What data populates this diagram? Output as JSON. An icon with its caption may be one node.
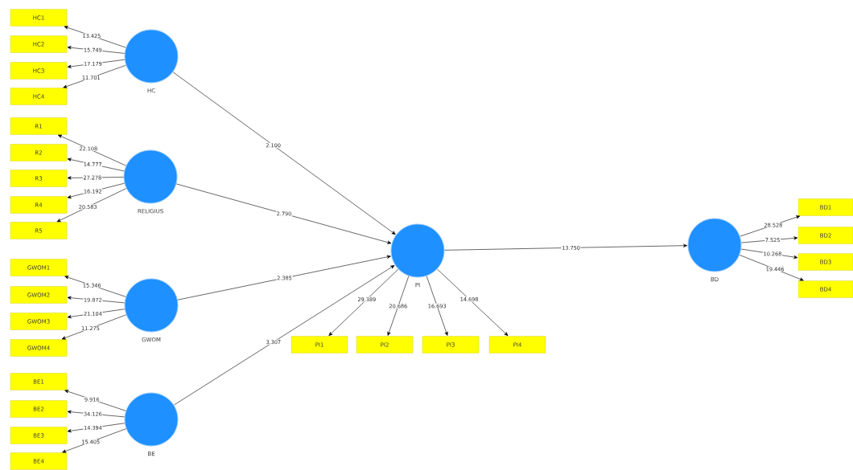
{
  "diagram": {
    "nodes": [
      {
        "text": [
          "HC"
        ]
      },
      {
        "text": [
          "HC1"
        ]
      },
      {
        "text": [
          "HC2"
        ]
      },
      {
        "text": [
          "HC3"
        ]
      },
      {
        "text": [
          "HC4"
        ]
      },
      {
        "text": [
          "RELIGIUS"
        ]
      },
      {
        "text": [
          "R1"
        ]
      },
      {
        "text": [
          "R2"
        ]
      },
      {
        "text": [
          "R3"
        ]
      },
      {
        "text": [
          "R4"
        ]
      },
      {
        "text": [
          "R5"
        ]
      },
      {
        "text": [
          "GWOM"
        ]
      },
      {
        "text": [
          "GWOM1"
        ]
      },
      {
        "text": [
          "GWOM2"
        ]
      },
      {
        "text": [
          "GWOM3"
        ]
      },
      {
        "text": [
          "GWOM4"
        ]
      },
      {
        "text": [
          "BE"
        ]
      },
      {
        "text": [
          "BE1"
        ]
      },
      {
        "text": [
          "BE2"
        ]
      },
      {
        "text": [
          "BE3"
        ]
      },
      {
        "text": [
          "BE4"
        ]
      },
      {
        "text": [
          "PI"
        ]
      },
      {
        "text": [
          "PI1"
        ]
      },
      {
        "text": [
          "PI2"
        ]
      },
      {
        "text": [
          "PI3"
        ]
      },
      {
        "text": [
          "PI4"
        ]
      },
      {
        "text": [
          "BD"
        ]
      },
      {
        "text": [
          "BD1"
        ]
      },
      {
        "text": [
          "BD2"
        ]
      },
      {
        "text": [
          "BD3"
        ]
      },
      {
        "text": [
          "BD4"
        ]
      }
    ],
    "edges": [
      {
        "from": 0,
        "to": 1,
        "arrow": "to",
        "label": "13.425"
      },
      {
        "from": 0,
        "to": 2,
        "arrow": "to",
        "label": "15.749"
      },
      {
        "from": 0,
        "to": 3,
        "arrow": "to",
        "label": "17.179"
      },
      {
        "from": 0,
        "to": 4,
        "arrow": "to",
        "label": "11.701"
      },
      {
        "from": 5,
        "to": 6,
        "arrow": "to",
        "label": "22.108"
      },
      {
        "from": 5,
        "to": 7,
        "arrow": "to",
        "label": "14.777"
      },
      {
        "from": 5,
        "to": 8,
        "arrow": "to",
        "label": "27.278"
      },
      {
        "from": 5,
        "to": 9,
        "arrow": "to",
        "label": "16.192"
      },
      {
        "from": 5,
        "to": 10,
        "arrow": "to",
        "label": "20.583"
      },
      {
        "from": 11,
        "to": 12,
        "arrow": "to",
        "label": "15.346"
      },
      {
        "from": 11,
        "to": 13,
        "arrow": "to",
        "label": "19.872"
      },
      {
        "from": 11,
        "to": 14,
        "arrow": "to",
        "label": "21.104"
      },
      {
        "from": 11,
        "to": 15,
        "arrow": "to",
        "label": "11.275"
      },
      {
        "from": 16,
        "to": 17,
        "arrow": "to",
        "label": "9.916"
      },
      {
        "from": 16,
        "to": 18,
        "arrow": "to",
        "label": "34.126"
      },
      {
        "from": 16,
        "to": 19,
        "arrow": "to",
        "label": "14.394"
      },
      {
        "from": 16,
        "to": 20,
        "arrow": "to",
        "label": "15.405"
      },
      {
        "from": 0,
        "to": 21,
        "arrow": "to",
        "label": "2.100"
      },
      {
        "from": 5,
        "to": 21,
        "arrow": "to",
        "label": "2.790"
      },
      {
        "from": 11,
        "to": 21,
        "arrow": "to",
        "label": "2.385"
      },
      {
        "from": 16,
        "to": 21,
        "arrow": "to",
        "label": "3.307"
      },
      {
        "from": 21,
        "to": 22,
        "arrow": "to",
        "label": "29.389"
      },
      {
        "from": 21,
        "to": 23,
        "arrow": "to",
        "label": "20.686"
      },
      {
        "from": 21,
        "to": 24,
        "arrow": "to",
        "label": "16.693"
      },
      {
        "from": 21,
        "to": 25,
        "arrow": "to",
        "label": "14.698"
      },
      {
        "from": 21,
        "to": 26,
        "arrow": "to",
        "label": "13.750"
      },
      {
        "from": 26,
        "to": 27,
        "arrow": "to",
        "label": "28.528"
      },
      {
        "from": 26,
        "to": 28,
        "arrow": "to",
        "label": "7.525"
      },
      {
        "from": 26,
        "to": 29,
        "arrow": "to",
        "label": "10.268"
      },
      {
        "from": 26,
        "to": 30,
        "arrow": "to",
        "label": "19.446"
      }
    ]
  }
}
